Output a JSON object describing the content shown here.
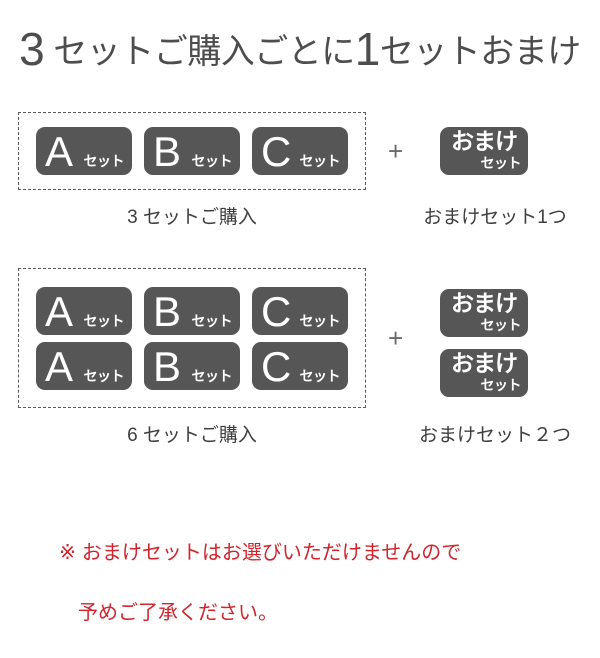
{
  "headline": {
    "num1": "3",
    "kana1": " セットご購入ごとに",
    "num2": "1",
    "kana2": "セットおまけ"
  },
  "colors": {
    "badge_fill": "#565656",
    "badge_text": "#ffffff",
    "dash_border": "#5a5a5a",
    "caption_text": "#3f3f3f",
    "notice_red": "#d1242c",
    "background": "#ffffff"
  },
  "blocks": [
    {
      "id": "3set",
      "rows": [
        [
          {
            "letter": "A",
            "sub": "セット"
          },
          {
            "letter": "B",
            "sub": "セット"
          },
          {
            "letter": "C",
            "sub": "セット"
          }
        ]
      ],
      "plus": "+",
      "bonus": [
        {
          "main": "おまけ",
          "sub": "セット"
        }
      ],
      "caption_left": "3 セットご購入",
      "caption_right": "おまけセット1つ"
    },
    {
      "id": "6set",
      "rows": [
        [
          {
            "letter": "A",
            "sub": "セット"
          },
          {
            "letter": "B",
            "sub": "セット"
          },
          {
            "letter": "C",
            "sub": "セット"
          }
        ],
        [
          {
            "letter": "A",
            "sub": "セット"
          },
          {
            "letter": "B",
            "sub": "セット"
          },
          {
            "letter": "C",
            "sub": "セット"
          }
        ]
      ],
      "plus": "+",
      "bonus": [
        {
          "main": "おまけ",
          "sub": "セット"
        },
        {
          "main": "おまけ",
          "sub": "セット"
        }
      ],
      "caption_left": "6 セットご購入",
      "caption_right": "おまけセット２つ"
    }
  ],
  "notice": {
    "mark": "※",
    "line1": "おまけセットはお選びいただけませんので",
    "line2": "予めご了承ください。"
  }
}
